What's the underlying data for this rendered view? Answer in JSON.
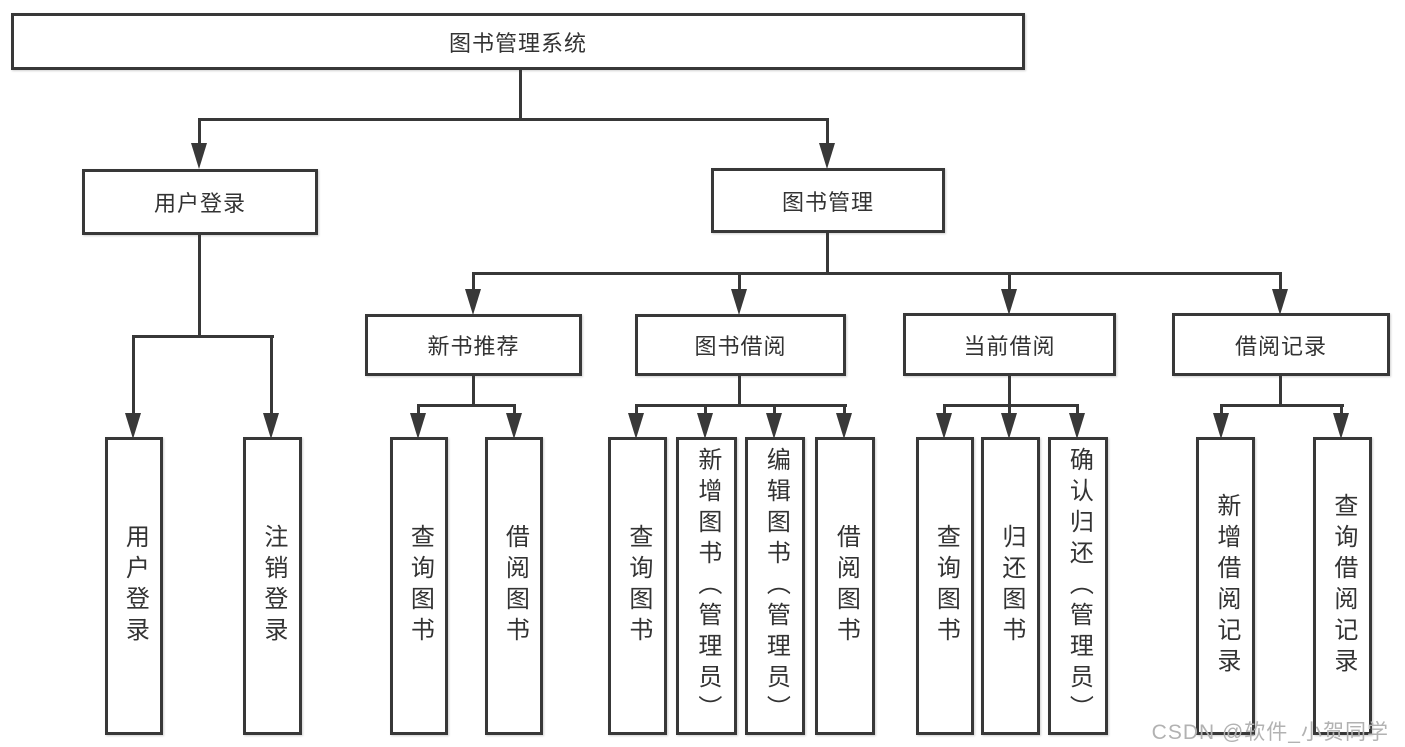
{
  "nodes": {
    "root": "图书管理系统",
    "user_login": "用户登录",
    "book_mgmt": "图书管理",
    "new_books": "新书推荐",
    "book_borrow": "图书借阅",
    "current_borrow": "当前借阅",
    "borrow_records": "借阅记录",
    "ul_login": "用户登录",
    "ul_logout": "注销登录",
    "nb_query": "查询图书",
    "nb_borrow": "借阅图书",
    "bb_query": "查询图书",
    "bb_add": "新增图书（管理员）",
    "bb_edit": "编辑图书（管理员）",
    "bb_borrow": "借阅图书",
    "cb_query": "查询图书",
    "cb_return": "归还图书",
    "cb_confirm": "确认归还（管理员）",
    "br_add": "新增借阅记录",
    "br_query": "查询借阅记录"
  },
  "watermark": "CSDN @软件_小贺同学",
  "colors": {
    "line": "#383838",
    "text": "#333333",
    "watermark": "#b2b2b2",
    "background": "#ffffff"
  }
}
